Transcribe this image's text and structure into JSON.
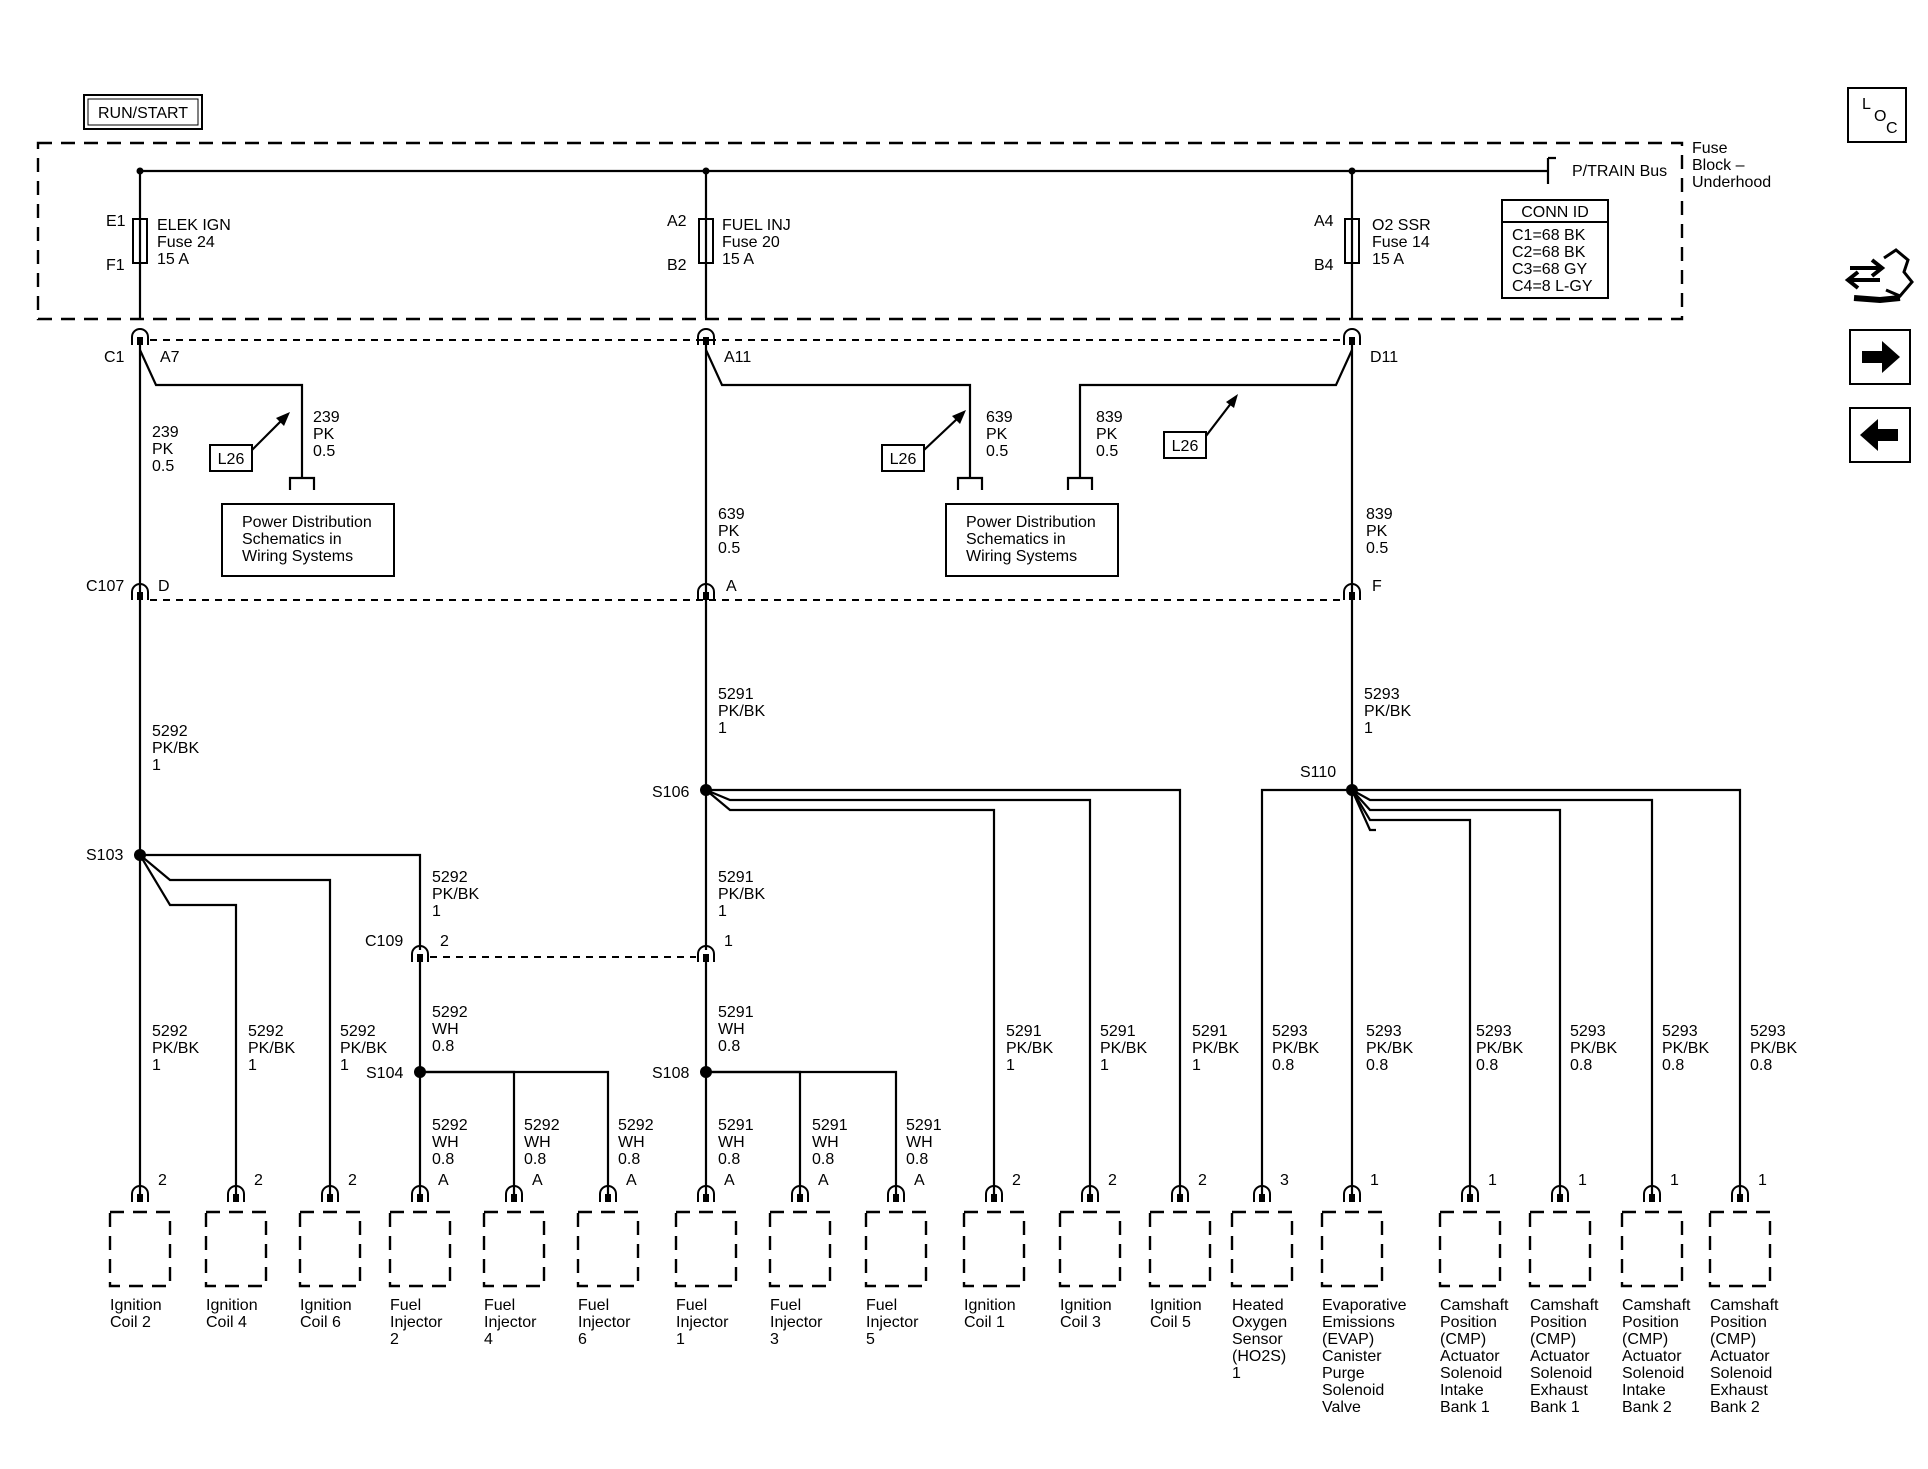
{
  "header": {
    "run_start": "RUN/START"
  },
  "fuse_block": {
    "label_lines": [
      "Fuse",
      "Block –",
      "Underhood"
    ],
    "bus_label": "P/TRAIN Bus",
    "conn_id": {
      "title": "CONN ID",
      "rows": [
        "C1=68 BK",
        "C2=68 BK",
        "C3=68 GY",
        "C4=8 L-GY"
      ]
    },
    "fuses": [
      {
        "top_pin": "E1",
        "bottom_pin": "F1",
        "lines": [
          "ELEK IGN",
          "Fuse 24",
          "15 A"
        ]
      },
      {
        "top_pin": "A2",
        "bottom_pin": "B2",
        "lines": [
          "FUEL INJ",
          "Fuse 20",
          "15 A"
        ]
      },
      {
        "top_pin": "A4",
        "bottom_pin": "B4",
        "lines": [
          "O2 SSR",
          "Fuse 14",
          "15 A"
        ]
      }
    ]
  },
  "connectors": {
    "c1": {
      "name": "C1",
      "pins": [
        "A7",
        "A11",
        "D11"
      ]
    },
    "c107": {
      "name": "C107",
      "pins": [
        "D",
        "A",
        "F"
      ]
    },
    "c109": {
      "name": "C109",
      "pins": [
        "2",
        "1"
      ]
    }
  },
  "splices": [
    "S103",
    "S104",
    "S106",
    "S108",
    "S110"
  ],
  "references": {
    "l26": "L26",
    "power_dist": [
      "Power Distribution",
      "Schematics in",
      "Wiring Systems"
    ]
  },
  "wire_labels": {
    "w239": [
      "239",
      "PK",
      "0.5"
    ],
    "w639": [
      "639",
      "PK",
      "0.5"
    ],
    "w839": [
      "839",
      "PK",
      "0.5"
    ],
    "w5291": [
      "5291",
      "PK/BK",
      "1"
    ],
    "w5292": [
      "5292",
      "PK/BK",
      "1"
    ],
    "w5293": [
      "5293",
      "PK/BK",
      "1"
    ],
    "w5292wh": [
      "5292",
      "WH",
      "0.8"
    ],
    "w5291wh": [
      "5291",
      "WH",
      "0.8"
    ],
    "w5293b": [
      "5293",
      "PK/BK",
      "0.8"
    ]
  },
  "components": [
    {
      "pin": "2",
      "lines": [
        "Ignition",
        "Coil 2"
      ]
    },
    {
      "pin": "2",
      "lines": [
        "Ignition",
        "Coil 4"
      ]
    },
    {
      "pin": "2",
      "lines": [
        "Ignition",
        "Coil 6"
      ]
    },
    {
      "pin": "A",
      "lines": [
        "Fuel",
        "Injector",
        "2"
      ]
    },
    {
      "pin": "A",
      "lines": [
        "Fuel",
        "Injector",
        "4"
      ]
    },
    {
      "pin": "A",
      "lines": [
        "Fuel",
        "Injector",
        "6"
      ]
    },
    {
      "pin": "A",
      "lines": [
        "Fuel",
        "Injector",
        "1"
      ]
    },
    {
      "pin": "A",
      "lines": [
        "Fuel",
        "Injector",
        "3"
      ]
    },
    {
      "pin": "A",
      "lines": [
        "Fuel",
        "Injector",
        "5"
      ]
    },
    {
      "pin": "2",
      "lines": [
        "Ignition",
        "Coil 1"
      ]
    },
    {
      "pin": "2",
      "lines": [
        "Ignition",
        "Coil 3"
      ]
    },
    {
      "pin": "2",
      "lines": [
        "Ignition",
        "Coil 5"
      ]
    },
    {
      "pin": "3",
      "lines": [
        "Heated",
        "Oxygen",
        "Sensor",
        "(HO2S)",
        "1"
      ]
    },
    {
      "pin": "1",
      "lines": [
        "Evaporative",
        "Emissions",
        "(EVAP)",
        "Canister",
        "Purge",
        "Solenoid",
        "Valve"
      ]
    },
    {
      "pin": "1",
      "lines": [
        "Camshaft",
        "Position",
        "(CMP)",
        "Actuator",
        "Solenoid",
        "Intake",
        "Bank 1"
      ]
    },
    {
      "pin": "1",
      "lines": [
        "Camshaft",
        "Position",
        "(CMP)",
        "Actuator",
        "Solenoid",
        "Exhaust",
        "Bank 1"
      ]
    },
    {
      "pin": "1",
      "lines": [
        "Camshaft",
        "Position",
        "(CMP)",
        "Actuator",
        "Solenoid",
        "Intake",
        "Bank 2"
      ]
    },
    {
      "pin": "1",
      "lines": [
        "Camshaft",
        "Position",
        "(CMP)",
        "Actuator",
        "Solenoid",
        "Exhaust",
        "Bank 2"
      ]
    }
  ],
  "nav": {
    "loc": [
      "L",
      "O",
      "C"
    ],
    "icons": [
      "connector-end-view-icon",
      "next-page-arrow-icon",
      "previous-page-arrow-icon"
    ]
  }
}
